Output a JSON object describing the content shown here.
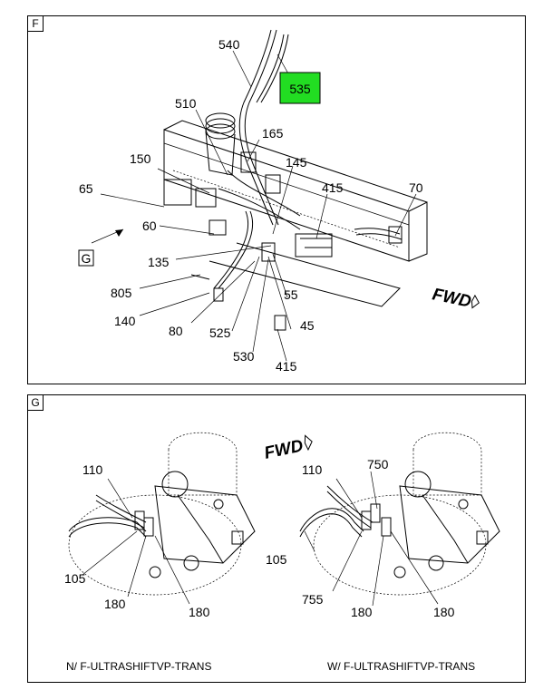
{
  "panel_f": {
    "tag": "F",
    "highlight_callout": "535",
    "highlight_color": "#22dd22",
    "callouts": {
      "c540": "540",
      "c510": "510",
      "c165": "165",
      "c150": "150",
      "c145": "145",
      "c65": "65",
      "c415a": "415",
      "c70": "70",
      "c60": "60",
      "c135": "135",
      "c805": "805",
      "c55": "55",
      "c140": "140",
      "c80": "80",
      "c525": "525",
      "c45": "45",
      "c530": "530",
      "c415b": "415"
    },
    "view_marker": "G",
    "fwd": "FWD"
  },
  "panel_g": {
    "tag": "G",
    "fwd": "FWD",
    "left": {
      "callouts": {
        "c110": "110",
        "c105": "105",
        "c180a": "180",
        "c180b": "180"
      },
      "caption": "N/ F-ULTRASHIFTVP-TRANS"
    },
    "right": {
      "callouts": {
        "c110": "110",
        "c750": "750",
        "c105": "105",
        "c755": "755",
        "c180a": "180",
        "c180b": "180"
      },
      "caption": "W/ F-ULTRASHIFTVP-TRANS"
    }
  }
}
